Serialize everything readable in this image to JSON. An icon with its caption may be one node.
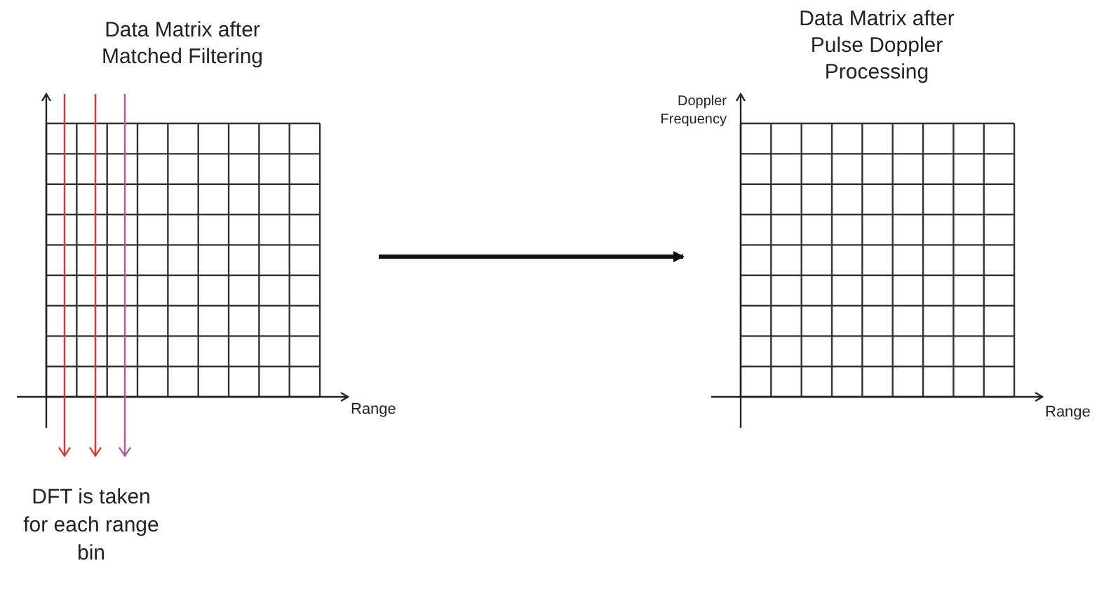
{
  "diagram": {
    "nodes": [
      {
        "text": [
          "Data Matrix after Matched Filtering"
        ]
      },
      {
        "text": [
          "Data Matrix after Pulse Doppler Processing"
        ]
      }
    ],
    "edges": [
      {
        "from": 0,
        "to": 1,
        "arrow": "to"
      }
    ],
    "labels": [
      "Doppler Frequency",
      "Range",
      "Range",
      "DFT is taken for each range bin"
    ]
  }
}
